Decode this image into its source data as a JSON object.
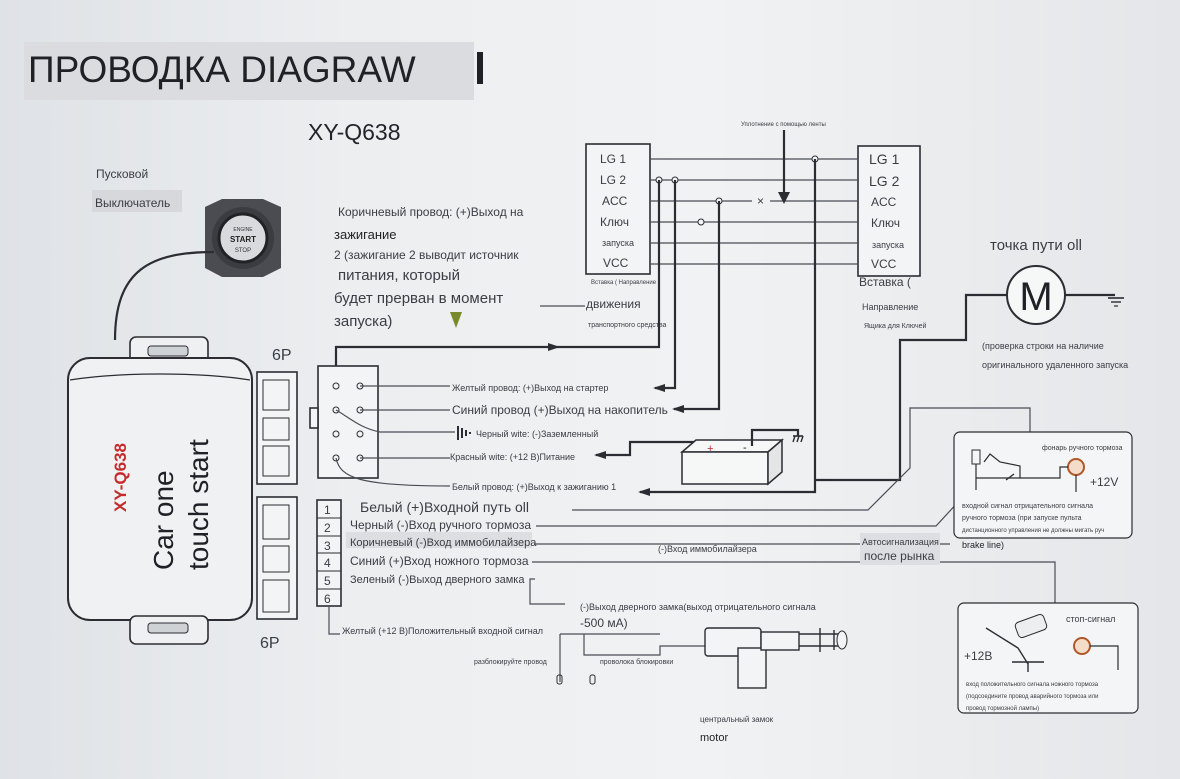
{
  "title": "ПРОВОДКА DIAGRAW",
  "model": "XY-Q638",
  "start_button": {
    "line1": "Пусковой",
    "line2": "Выключатель",
    "face_small": "ENGINE",
    "face_main": "START",
    "face_sub": "STOP"
  },
  "module": {
    "brand": "XY-Q638",
    "line1": "Car one",
    "line2": "touch start"
  },
  "connector_6p_top": "6P",
  "connector_6p_bottom": "6P",
  "brown_wire_note": [
    "Коричневый провод: (+)Выход на",
    "зажигание",
    "2 (зажигание 2 выводит источник",
    "питания, который",
    "будет прерван в момент",
    "запуска)"
  ],
  "left_terminals": {
    "labels": [
      "LG 1",
      "LG 2",
      "ACC",
      "Ключ",
      "запуска",
      "VCC",
      "Вставка ( Направление"
    ],
    "under1": "движения",
    "under2": "транспортного средства"
  },
  "right_terminals": {
    "labels": [
      "LG 1",
      "LG 2",
      "ACC",
      "Ключ",
      "запуска",
      "VCC",
      "Вставка ("
    ],
    "under1": "Направление",
    "under2": "Ящика для Ключей"
  },
  "tape_note": "Уплотнение с помощью ленты",
  "motor_point": {
    "title": "точка пути oll",
    "symbol": "M",
    "note1": "(проверка строки на наличие",
    "note2": "оригинального удаленного запуска"
  },
  "connector_a_wires": [
    "Желтый провод: (+)Выход на стартер",
    "Синий провод (+)Выход на накопитель",
    "Черный wite: (-)Заземленный",
    "Красный wite: (+12 В)Питание",
    "Белый провод: (+)Выход к зажиганию 1"
  ],
  "battery": {
    "plus": "+",
    "minus": "-"
  },
  "pin_numbers": [
    "1",
    "2",
    "3",
    "4",
    "5",
    "6"
  ],
  "pin_labels": [
    "Белый (+)Входной путь oll",
    "Черный (-)Вход ручного тормоза",
    "Коричневый (-)Вход иммобилайзера",
    "Синий (+)Вход ножного тормоза",
    "Зеленый (-)Выход дверного замка",
    "Желтый (+12 В)Положительный входной сигнал"
  ],
  "immobilizer_input": "(-)Вход иммобилайзера",
  "alarm": {
    "line1": "Автосигнализация",
    "line2": "после рынка"
  },
  "door_lock_output": {
    "line1": "(-)Выход дверного замка(выход отрицательного сигнала",
    "line2": "-500 мА)"
  },
  "handbrake": {
    "lamp": "фонарь ручного тормоза",
    "v12": "+12V",
    "note1": "входной сигнал отрицательного сигнала",
    "note2": "ручного тормоза (при запуске пульта",
    "note3": "дистанционного управления не должны мигать руч",
    "note4": "brake line)"
  },
  "footbrake": {
    "title": "стоп-сигнал",
    "v12": "+12В",
    "note1": "вход положительного сигнала ножного тормоза",
    "note2": "(подсоедините провод аварийного тормоза или",
    "note3": "провод тормозной лампы)"
  },
  "central_lock": {
    "unlock": "разблокируйте провод",
    "lock": "проволока блокировки",
    "label": "центральный замок",
    "motor": "motor"
  }
}
